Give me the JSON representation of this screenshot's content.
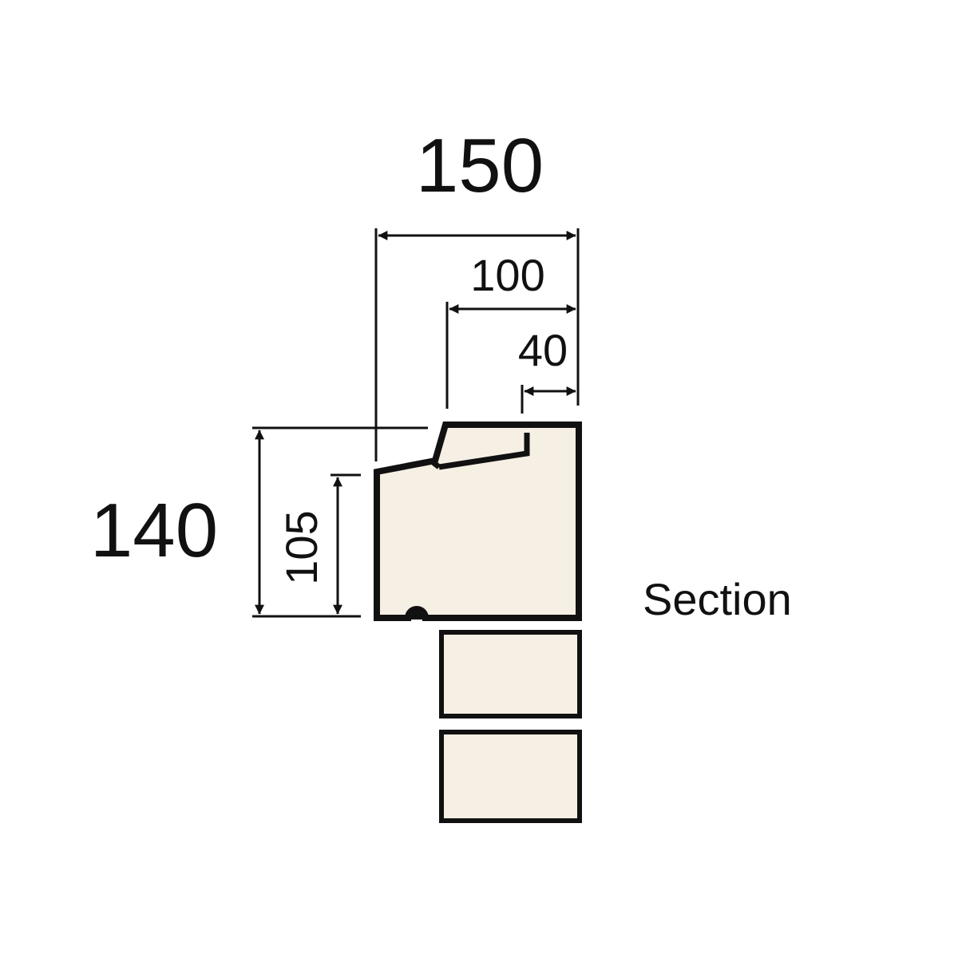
{
  "dimensions": {
    "overall_width": "150",
    "inner_width": "100",
    "nose_width": "40",
    "overall_height": "140",
    "front_height": "105"
  },
  "caption": "Section",
  "colors": {
    "fill": "#F6EFE3",
    "stroke": "#111111",
    "background": "#FFFFFF"
  }
}
